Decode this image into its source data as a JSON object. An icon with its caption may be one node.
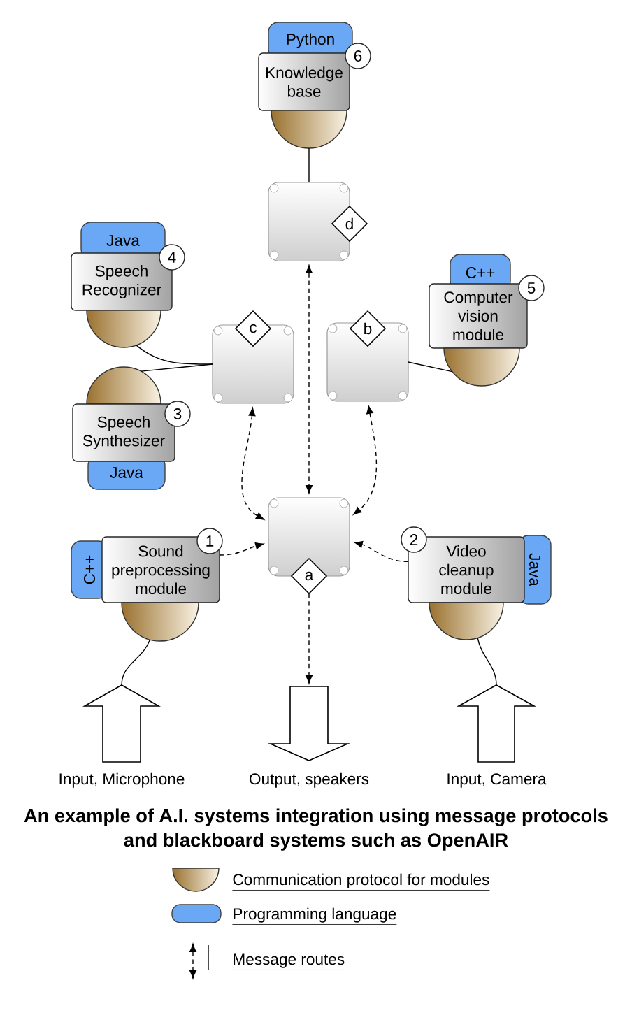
{
  "diagram": {
    "caption": "An example of A.I. systems integration using message protocols and blackboard systems such as OpenAIR",
    "nodes": [
      {
        "text": [
          "Python"
        ]
      },
      {
        "text": [
          "Knowledge base"
        ]
      },
      {
        "text": [
          "6"
        ]
      },
      {
        "text": [],
        "shape": "semicircle"
      },
      {
        "text": [],
        "shape": "box"
      },
      {
        "text": [
          "d"
        ]
      },
      {
        "text": [
          "Java"
        ]
      },
      {
        "text": [
          "Speech Recognizer"
        ]
      },
      {
        "text": [
          "4"
        ]
      },
      {
        "text": [],
        "shape": "semicircle"
      },
      {
        "text": [
          "C++"
        ]
      },
      {
        "text": [
          "Computer vision module"
        ]
      },
      {
        "text": [
          "5"
        ]
      },
      {
        "text": [],
        "shape": "semicircle"
      },
      {
        "text": [],
        "shape": "box"
      },
      {
        "text": [
          "c"
        ]
      },
      {
        "text": [],
        "shape": "box"
      },
      {
        "text": [
          "b"
        ]
      },
      {
        "text": [],
        "shape": "semicircle"
      },
      {
        "text": [
          "Speech Synthesizer"
        ]
      },
      {
        "text": [
          "3"
        ]
      },
      {
        "text": [
          "Java"
        ]
      },
      {
        "text": [],
        "shape": "box"
      },
      {
        "text": [
          "a"
        ]
      },
      {
        "text": [
          "C++"
        ]
      },
      {
        "text": [
          "Sound preprocessing module"
        ]
      },
      {
        "text": [
          "1"
        ]
      },
      {
        "text": [],
        "shape": "semicircle"
      },
      {
        "text": [
          "2"
        ]
      },
      {
        "text": [
          "Video cleanup module"
        ]
      },
      {
        "text": [
          "Java"
        ]
      },
      {
        "text": [],
        "shape": "semicircle"
      },
      {
        "text": [],
        "shape": "arrow",
        "beside": [
          "Input, Microphone"
        ]
      },
      {
        "text": [],
        "shape": "arrow",
        "beside": [
          "Output, speakers"
        ]
      },
      {
        "text": [],
        "shape": "arrow",
        "beside": [
          "Input, Camera"
        ]
      }
    ],
    "edges": [
      {
        "from": 3,
        "to": 4,
        "arrow": "none"
      },
      {
        "from": 4,
        "to": 22,
        "arrow": "both",
        "style": "dashed"
      },
      {
        "from": 9,
        "to": 14,
        "arrow": "none"
      },
      {
        "from": 18,
        "to": 14,
        "arrow": "none"
      },
      {
        "from": 13,
        "to": 16,
        "arrow": "none"
      },
      {
        "from": 14,
        "to": 22,
        "arrow": "both",
        "style": "dashed"
      },
      {
        "from": 16,
        "to": 22,
        "arrow": "both",
        "style": "dashed"
      },
      {
        "from": 25,
        "to": 22,
        "arrow": "to",
        "style": "dashed"
      },
      {
        "from": 29,
        "to": 22,
        "arrow": "to",
        "style": "dashed"
      },
      {
        "from": 23,
        "to": 33,
        "arrow": "to",
        "style": "dashed"
      },
      {
        "from": 27,
        "to": 32,
        "arrow": "none"
      },
      {
        "from": 31,
        "to": 34,
        "arrow": "none"
      }
    ],
    "legend": [
      {
        "text": "Communication protocol for modules"
      },
      {
        "text": "Programming language",
        "color": "#6aa8f5"
      },
      {
        "text": "Message routes"
      }
    ]
  }
}
